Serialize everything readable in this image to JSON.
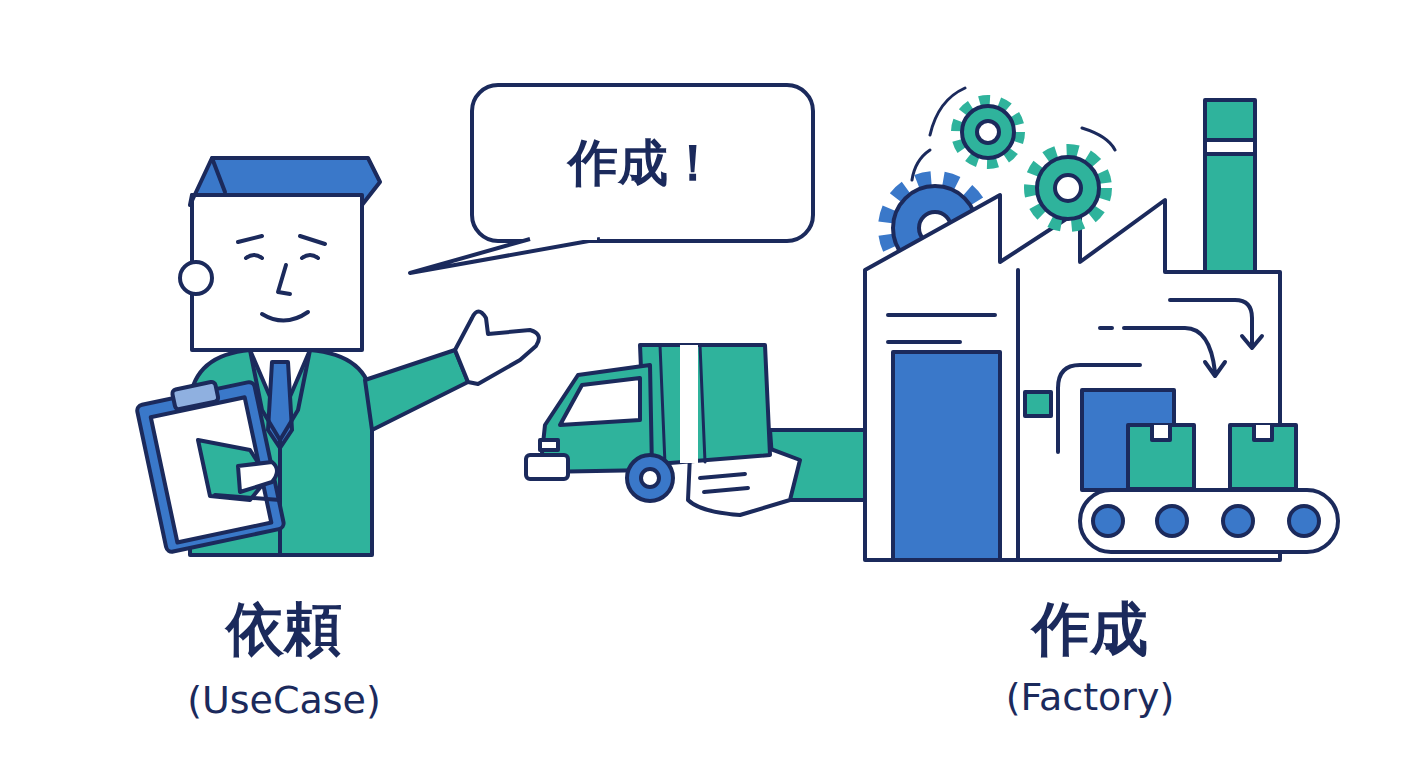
{
  "diagram": {
    "nodes": [
      {
        "text": [
          "作成！"
        ]
      }
    ],
    "labels": [
      "依頼",
      "(UseCase)",
      "作成",
      "(Factory)"
    ]
  }
}
